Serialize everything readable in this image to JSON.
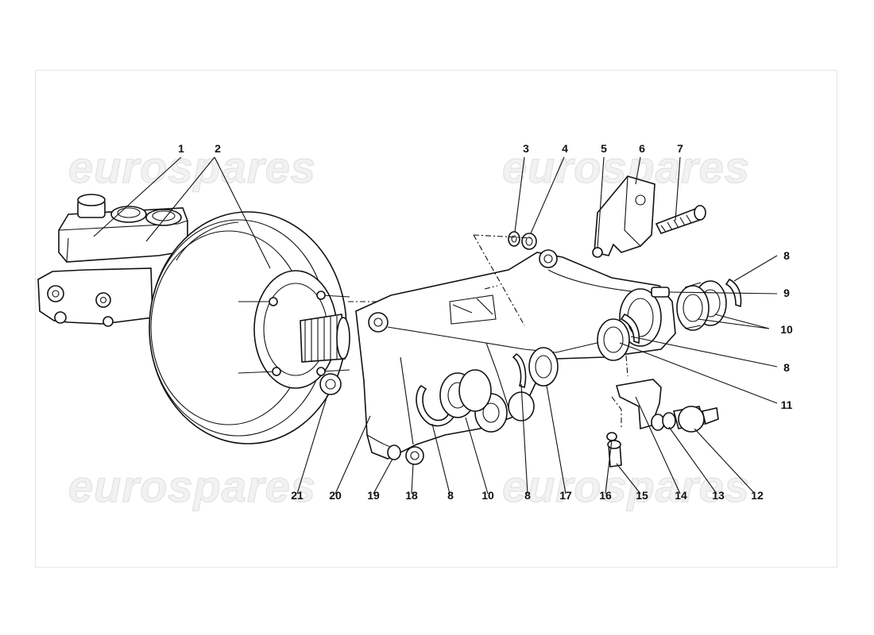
{
  "watermark": {
    "text": "eurospares",
    "color": "#e6e6e6"
  },
  "callouts": {
    "n1": "1",
    "n2": "2",
    "n3": "3",
    "n4": "4",
    "n5": "5",
    "n6": "6",
    "n7": "7",
    "n8a": "8",
    "n9": "9",
    "n10a": "10",
    "n8b": "8",
    "n11": "11",
    "n12": "12",
    "n13": "13",
    "n14": "14",
    "n15": "15",
    "n16": "16",
    "n17": "17",
    "n8c": "8",
    "n10b": "10",
    "n8d": "8",
    "n18": "18",
    "n19": "19",
    "n20": "20",
    "n21": "21"
  }
}
